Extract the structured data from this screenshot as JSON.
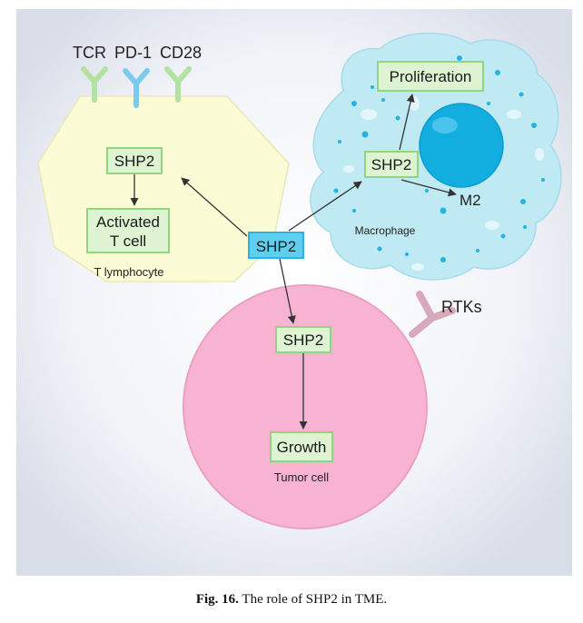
{
  "receptors": {
    "tcr": "TCR",
    "pd1": "PD-1",
    "cd28": "CD28"
  },
  "tcell": {
    "shp2": "SHP2",
    "activated_line1": "Activated",
    "activated_line2": "T cell",
    "label": "T lymphocyte"
  },
  "macrophage": {
    "proliferation": "Proliferation",
    "shp2": "SHP2",
    "m2": "M2",
    "label": "Macrophage"
  },
  "center": {
    "shp2": "SHP2"
  },
  "tumor": {
    "shp2": "SHP2",
    "growth": "Growth",
    "label": "Tumor cell",
    "rtks": "RTKs"
  },
  "caption": {
    "fig_label": "Fig. 16.",
    "text": "The role of SHP2 in TME."
  },
  "colors": {
    "tcell_fill": "#fbfbd6",
    "macrophage_fill": "#bfe9f3",
    "nucleus": "#12aee0",
    "tumor_fill": "#f7b3d1",
    "green_box": "#ddf3d2",
    "green_border": "#8fd67f",
    "blue_box": "#5fcff0",
    "receptor_tcr": "#b3e3a3",
    "receptor_pd1": "#7ccbee",
    "rtk": "#d8a9b8"
  }
}
